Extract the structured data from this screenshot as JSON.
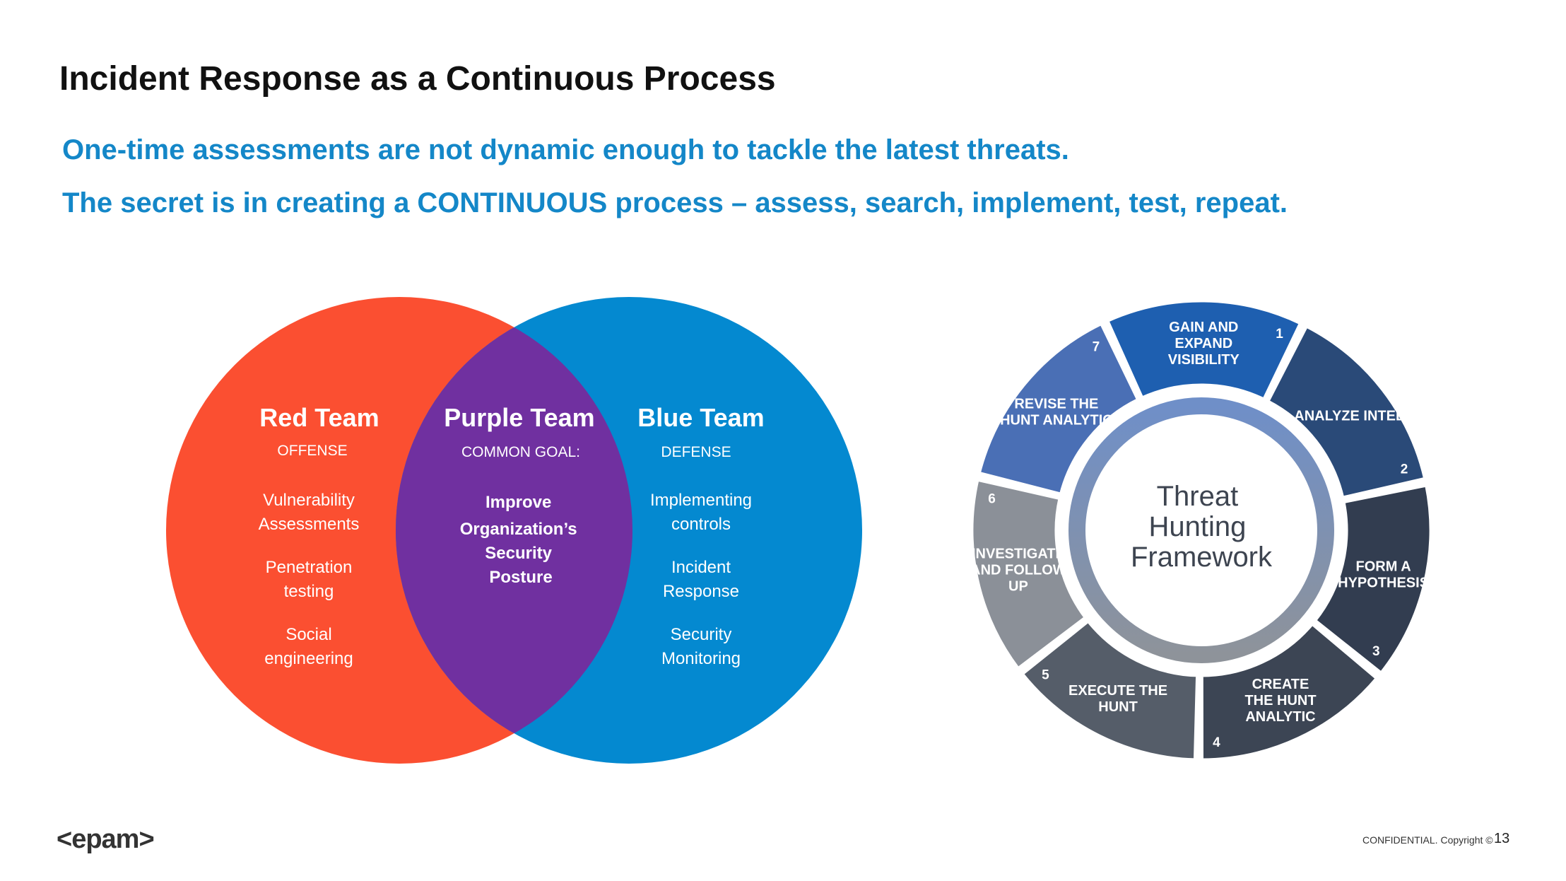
{
  "slide": {
    "title": "Incident Response as a Continuous Process",
    "subtitle_1": "One-time assessments are not dynamic enough to tackle the latest threats.",
    "subtitle_2": "The secret is in creating a CONTINUOUS process – assess, search, implement, test, repeat."
  },
  "venn": {
    "red": {
      "title": "Red Team",
      "label": "OFFENSE",
      "items": [
        [
          "Vulnerability",
          "Assessments"
        ],
        [
          "Penetration",
          "testing"
        ],
        [
          "Social",
          "engineering"
        ]
      ],
      "color": "#fb4f31"
    },
    "purple": {
      "title": "Purple Team",
      "label": "COMMON GOAL:",
      "goal": [
        "Improve",
        "Organization’s",
        "Security",
        "Posture"
      ],
      "color": "#7030a0"
    },
    "blue": {
      "title": "Blue Team",
      "label": "DEFENSE",
      "items": [
        [
          "Implementing",
          "controls"
        ],
        [
          "Incident",
          "Response"
        ],
        [
          "Security",
          "Monitoring"
        ]
      ],
      "color": "#0489d0"
    }
  },
  "framework": {
    "center": [
      "Threat",
      "Hunting",
      "Framework"
    ],
    "steps": [
      {
        "num": "1",
        "lines": [
          "GAIN AND",
          "EXPAND",
          "VISIBILITY"
        ],
        "color": "#1e5fb0"
      },
      {
        "num": "2",
        "lines": [
          "ANALYZE INTEL"
        ],
        "color": "#2a4a78"
      },
      {
        "num": "3",
        "lines": [
          "FORM A",
          "HYPOTHESIS"
        ],
        "color": "#323d50"
      },
      {
        "num": "4",
        "lines": [
          "CREATE",
          "THE HUNT",
          "ANALYTIC"
        ],
        "color": "#3c4554"
      },
      {
        "num": "5",
        "lines": [
          "EXECUTE THE",
          "HUNT"
        ],
        "color": "#555d69"
      },
      {
        "num": "6",
        "lines": [
          "INVESTIGATE",
          "AND FOLLOW",
          "UP"
        ],
        "color": "#8b9098"
      },
      {
        "num": "7",
        "lines": [
          "REVISE THE",
          "HUNT ANALYTIC"
        ],
        "color": "#4a6fb5"
      }
    ]
  },
  "footer": {
    "logo": "<epam>",
    "confidential": "CONFIDENTIAL. Copyright ©",
    "page": "13"
  }
}
